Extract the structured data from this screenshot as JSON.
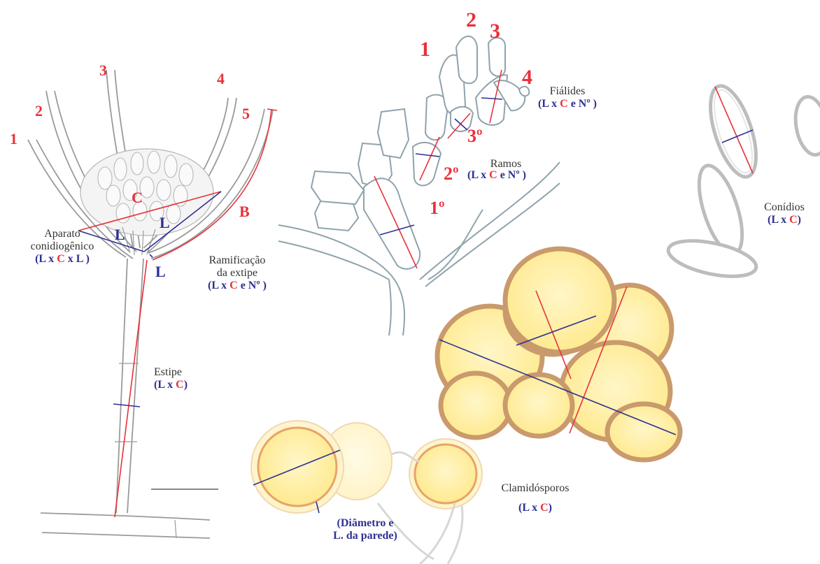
{
  "colors": {
    "hypha": "#9a9a9a",
    "hypha_teal": "#8fa3ac",
    "measure_width": "#2e3192",
    "measure_length": "#e8323c",
    "chlamydospore_fill": "#fff0a8",
    "chlamydospore_wall": "#c99a6b",
    "text": "#333333"
  },
  "numbers": {
    "conidiophore_branches": [
      "1",
      "2",
      "3",
      "4",
      "5"
    ],
    "phialides": [
      "1",
      "2",
      "3",
      "4"
    ],
    "branch_orders": [
      "1º",
      "2º",
      "3º"
    ]
  },
  "letters": {
    "C": "C",
    "B": "B",
    "L": "L"
  },
  "labels": {
    "aparato": {
      "line1": "Aparato",
      "line2": "conidiogênico",
      "f_a": "(L x ",
      "f_b": "C",
      "f_c": " x L )"
    },
    "ramificacao": {
      "line1": "Ramificação",
      "line2": "da extipe",
      "f_a": "(L x ",
      "f_b": "C",
      "f_c": " e Nº )"
    },
    "estipe": {
      "line1": "Estipe",
      "f_a": "(L x ",
      "f_b": "C",
      "f_c": ")"
    },
    "ramos": {
      "line1": "Ramos",
      "f_a": "(L x ",
      "f_b": "C",
      "f_c": " e Nº )"
    },
    "fialides": {
      "line1": "Fiálides",
      "f_a": "(L x ",
      "f_b": "C",
      "f_c": " e Nº )"
    },
    "conidios": {
      "line1": "Conídios",
      "f_a": "(L x ",
      "f_b": "C",
      "f_c": ")"
    },
    "clamidosporos": {
      "line1": "Clamidósporos",
      "f_a": "(L x ",
      "f_b": "C",
      "f_c": ")"
    },
    "diametro": {
      "line1": "(Diâmetro e",
      "line2": "L. da parede)"
    }
  }
}
